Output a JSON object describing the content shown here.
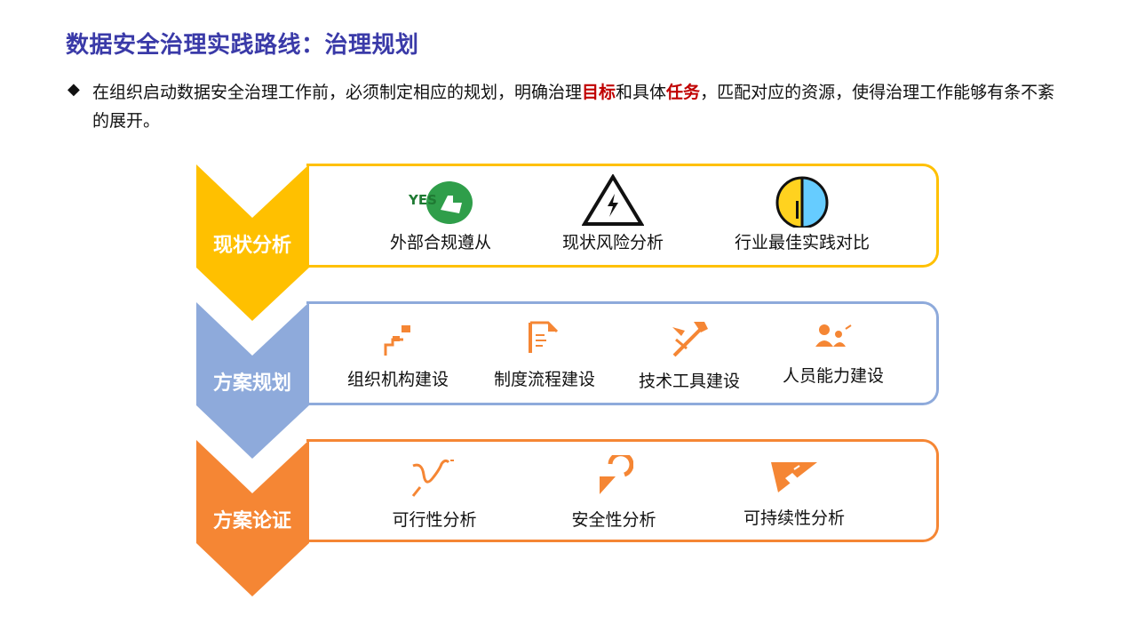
{
  "title": "数据安全治理实践路线：治理规划",
  "intro": {
    "part1": "在组织启动数据安全治理工作前，必须制定相应的规划，明确治理",
    "hl1": "目标",
    "part2": "和具体",
    "hl2": "任务",
    "part3": "，匹配对应的资源，使得治理工作能够有条不紊的展开。"
  },
  "colors": {
    "yellow": "#ffc000",
    "blue": "#8eaadb",
    "orange": "#f58634",
    "title": "#3a3aa8",
    "highlight": "#c00000"
  },
  "stages": [
    {
      "label": "现状分析",
      "items": [
        {
          "icon": "yes-thumbs-up-icon",
          "label": "外部合规遵从"
        },
        {
          "icon": "warning-triangle-icon",
          "label": "现状风险分析"
        },
        {
          "icon": "balance-circle-icon",
          "label": "行业最佳实践对比"
        }
      ]
    },
    {
      "label": "方案规划",
      "items": [
        {
          "icon": "org-structure-icon",
          "label": "组织机构建设"
        },
        {
          "icon": "document-flow-icon",
          "label": "制度流程建设"
        },
        {
          "icon": "tools-icon",
          "label": "技术工具建设"
        },
        {
          "icon": "people-icon",
          "label": "人员能力建设"
        }
      ]
    },
    {
      "label": "方案论证",
      "items": [
        {
          "icon": "wave-check-icon",
          "label": "可行性分析"
        },
        {
          "icon": "refresh-shield-icon",
          "label": "安全性分析"
        },
        {
          "icon": "sustain-icon",
          "label": "可持续性分析"
        }
      ]
    }
  ]
}
